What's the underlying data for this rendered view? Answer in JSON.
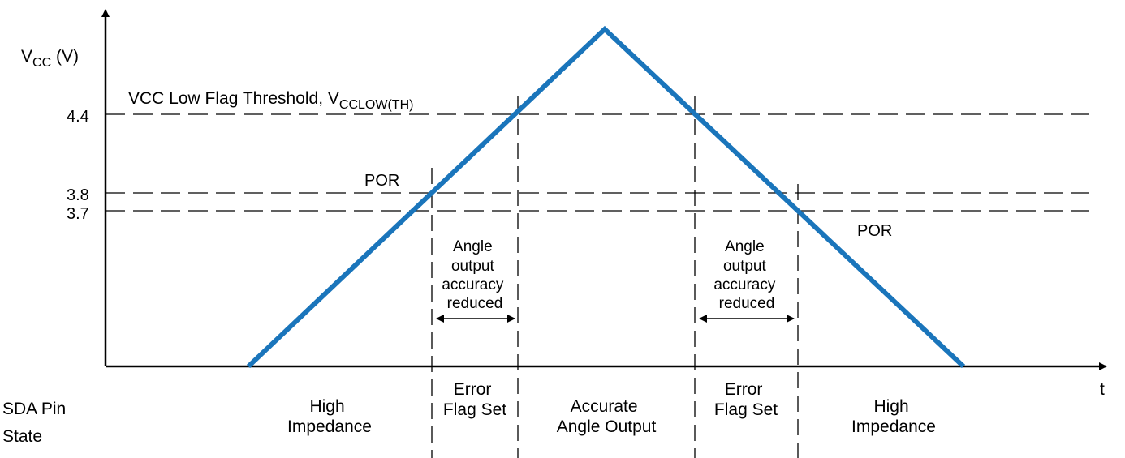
{
  "y_axis": {
    "label_main": "V",
    "label_sub": "CC",
    "label_unit": " (V)",
    "ticks": [
      {
        "value": 4.4,
        "label": "4.4"
      },
      {
        "value": 3.8,
        "label": "3.8"
      },
      {
        "value": 3.7,
        "label": "3.7"
      }
    ]
  },
  "x_axis": {
    "label": "t"
  },
  "threshold": {
    "label_main": "VCC Low Flag Threshold, V",
    "label_sub": "CCLOW(TH)"
  },
  "por_labels": {
    "rising": "POR",
    "falling": "POR"
  },
  "accuracy_note": {
    "rising": [
      "Angle",
      "output",
      "accuracy",
      "reduced"
    ],
    "falling": [
      "Angle",
      "output",
      "accuracy",
      "reduced"
    ]
  },
  "sda": {
    "title_lines": [
      "SDA Pin",
      "State"
    ],
    "states": [
      {
        "lines": [
          "High",
          "Impedance"
        ]
      },
      {
        "lines": [
          "Error",
          "Flag Set"
        ]
      },
      {
        "lines": [
          "Accurate",
          "Angle Output"
        ]
      },
      {
        "lines": [
          "Error",
          "Flag Set"
        ]
      },
      {
        "lines": [
          "High",
          "Impedance"
        ]
      }
    ]
  },
  "colors": {
    "vcc_trace": "#1a75bb",
    "lines": "#000000"
  }
}
